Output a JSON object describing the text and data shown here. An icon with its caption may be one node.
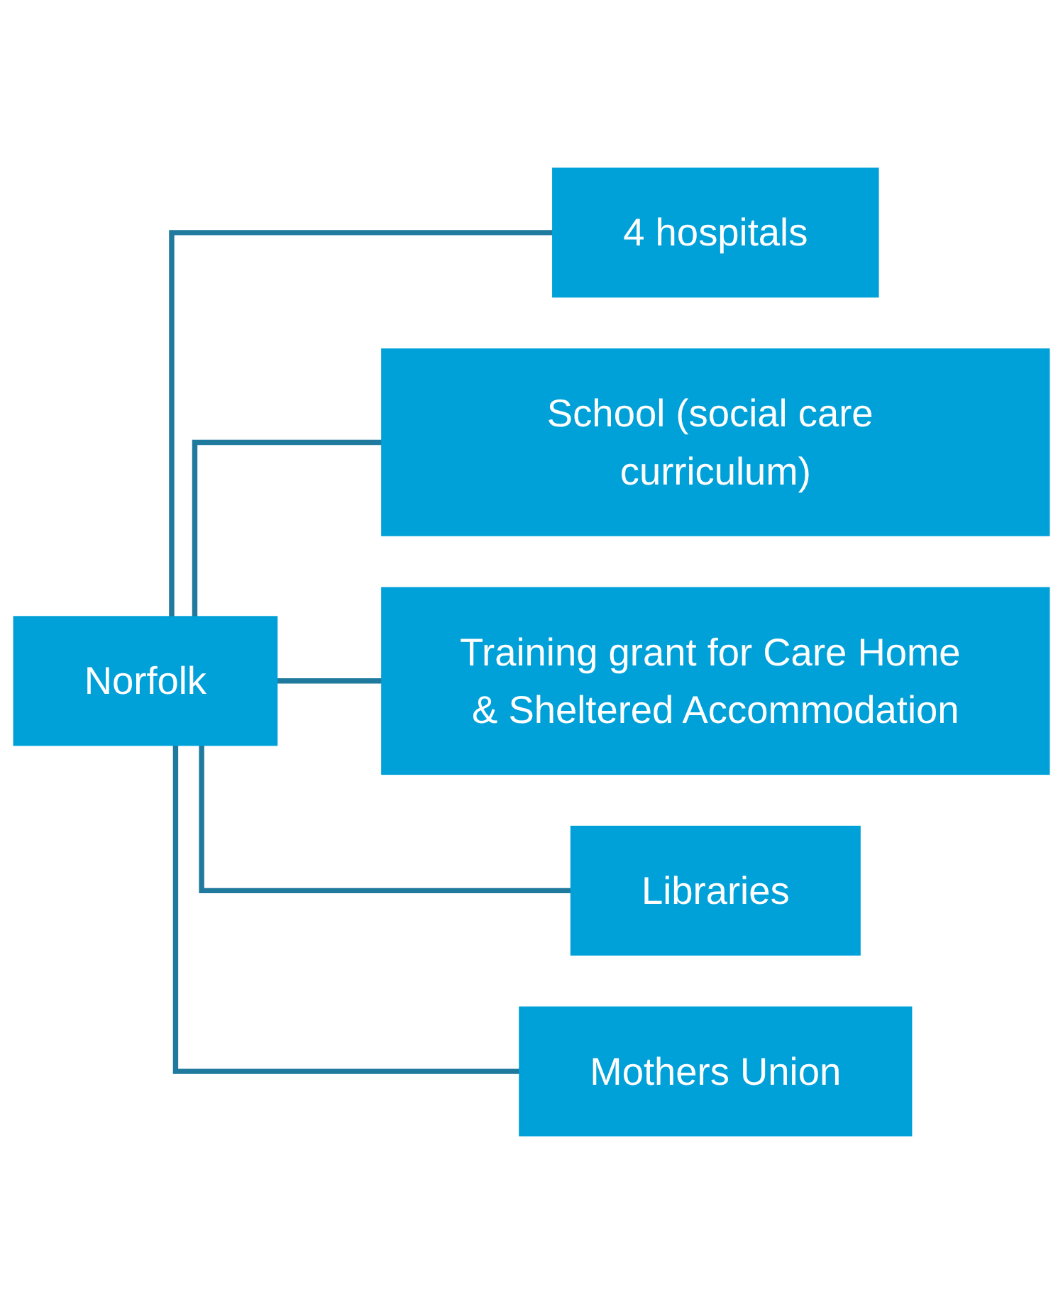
{
  "diagram": {
    "nodes": [
      {
        "text": [
          "Norfolk"
        ]
      },
      {
        "text": [
          "4 hospitals"
        ]
      },
      {
        "text": [
          "School (social care curriculum)"
        ]
      },
      {
        "text": [
          "Training grant for Care Home & Sheltered Accommodation"
        ]
      },
      {
        "text": [
          "Libraries"
        ]
      },
      {
        "text": [
          "Mothers Union"
        ]
      }
    ],
    "edges": [
      {
        "from": 0,
        "to": 1,
        "arrow": "none"
      },
      {
        "from": 0,
        "to": 2,
        "arrow": "none"
      },
      {
        "from": 0,
        "to": 3,
        "arrow": "none"
      },
      {
        "from": 0,
        "to": 4,
        "arrow": "none"
      },
      {
        "from": 0,
        "to": 5,
        "arrow": "none"
      }
    ]
  }
}
